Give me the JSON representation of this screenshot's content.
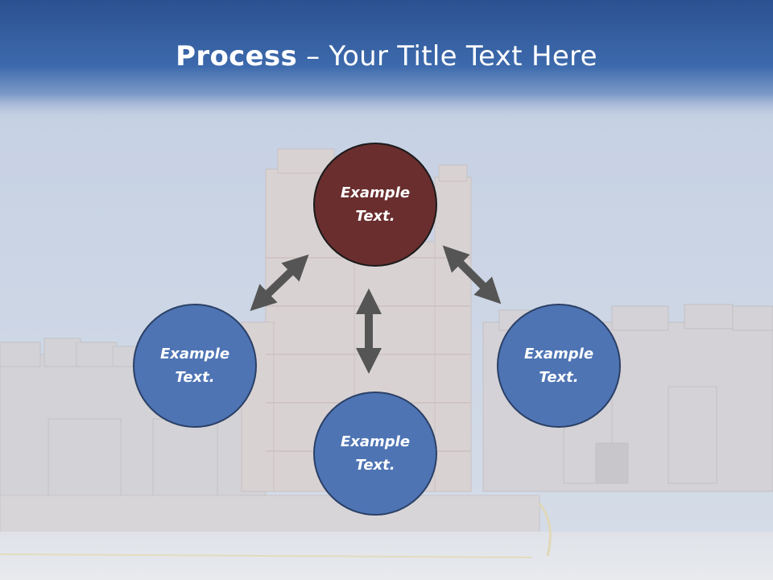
{
  "title": {
    "bold": "Process",
    "rest": " – Your Title Text Here"
  },
  "nodes": [
    {
      "id": "top",
      "color": "maroon",
      "line1": "Example",
      "line2": "Text."
    },
    {
      "id": "left",
      "color": "blue",
      "line1": "Example",
      "line2": "Text."
    },
    {
      "id": "right",
      "color": "blue",
      "line1": "Example",
      "line2": "Text."
    },
    {
      "id": "bottom",
      "color": "blue",
      "line1": "Example",
      "line2": "Text."
    }
  ],
  "colors": {
    "node_blue": "#4e74b4",
    "node_maroon": "#6a2e2e",
    "arrow": "#555555",
    "header": "#2f5597"
  },
  "background": "castle-photo"
}
